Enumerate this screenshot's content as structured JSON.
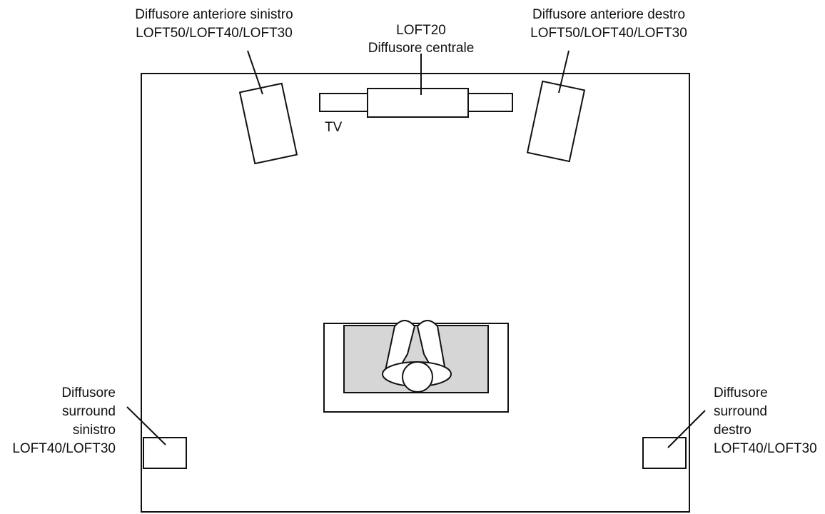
{
  "labels": {
    "front_left": [
      "Diffusore anteriore sinistro",
      "LOFT50/LOFT40/LOFT30"
    ],
    "center": [
      "LOFT20",
      "Diffusore centrale"
    ],
    "front_right": [
      "Diffusore anteriore destro",
      "LOFT50/LOFT40/LOFT30"
    ],
    "tv": "TV",
    "surround_left": [
      "Diffusore",
      "surround",
      "sinistro",
      "LOFT40/LOFT30"
    ],
    "surround_right": [
      "Diffusore",
      "surround",
      "destro",
      "LOFT40/LOFT30"
    ]
  },
  "colors": {
    "stroke": "#111111",
    "sofa_fill": "#d6d6d6",
    "background": "#ffffff"
  }
}
